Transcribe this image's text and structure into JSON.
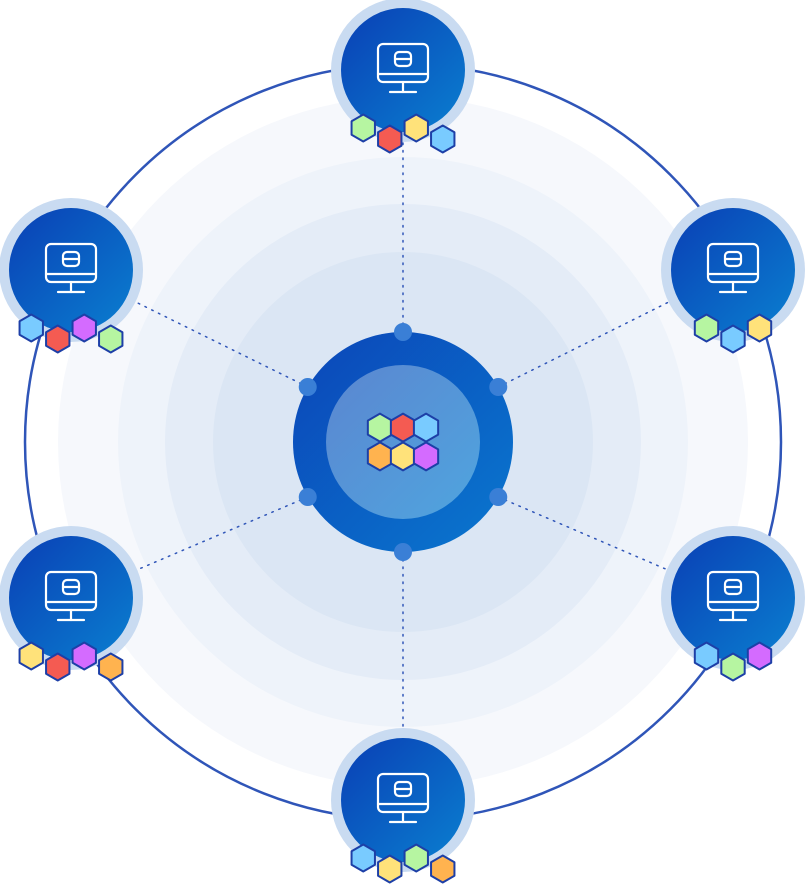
{
  "colors": {
    "ring": "#2f55b8",
    "node_gradient_start": "#0a3fb5",
    "node_gradient_end": "#0a7fd0",
    "node_halo": "#c9dbf1",
    "center_outer_start": "#0b45b8",
    "center_outer_end": "#0a78cf",
    "center_inner_start": "#5b86d0",
    "center_inner_end": "#4fa5df",
    "dots": "#3a7fd6",
    "hex_outline": "#1d3fa7",
    "hex_green": "#b6f5a1",
    "hex_red": "#f45b52",
    "hex_blue": "#79cbff",
    "hex_yellow": "#ffe27a",
    "hex_orange": "#ffb34f",
    "hex_purple": "#d46bff",
    "background_rings": [
      "#f6f8fc",
      "#eef3fa",
      "#e4ecf7",
      "#dbe6f4"
    ]
  },
  "center": {
    "icon": "hexagon-cluster-icon",
    "hexagons": [
      "green",
      "red",
      "blue",
      "orange",
      "yellow",
      "purple"
    ],
    "connector_dots": 6
  },
  "nodes": [
    {
      "id": "top",
      "icon": "desktop-monitor-icon",
      "hexagons": [
        "green",
        "red",
        "yellow",
        "blue"
      ]
    },
    {
      "id": "upper-right",
      "icon": "desktop-monitor-icon",
      "hexagons": [
        "green",
        "blue",
        "yellow"
      ]
    },
    {
      "id": "lower-right",
      "icon": "desktop-monitor-icon",
      "hexagons": [
        "blue",
        "green",
        "purple"
      ]
    },
    {
      "id": "bottom",
      "icon": "desktop-monitor-icon",
      "hexagons": [
        "blue",
        "yellow",
        "green",
        "orange"
      ]
    },
    {
      "id": "lower-left",
      "icon": "desktop-monitor-icon",
      "hexagons": [
        "yellow",
        "red",
        "purple",
        "orange"
      ]
    },
    {
      "id": "upper-left",
      "icon": "desktop-monitor-icon",
      "hexagons": [
        "blue",
        "red",
        "purple",
        "green"
      ]
    }
  ]
}
